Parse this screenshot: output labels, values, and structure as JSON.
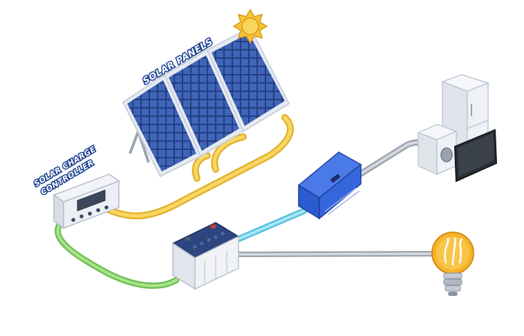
{
  "labels": {
    "solar_panels": "SOLAR PANELS",
    "charge_controller_line1": "SOLAR CHARGE",
    "charge_controller_line2": "CONTROLLER"
  },
  "colors": {
    "panel_blue": "#2a4a9a",
    "panel_frame": "#e6ebf3",
    "panel_cable": "#f2c94c",
    "controller_to_battery_cable": "#8bd36f",
    "battery_to_inverter_cable": "#7fd3ea",
    "load_cable": "#b8bec8",
    "inverter_blue": "#2a5bd1",
    "sun": "#f5c43a",
    "bulb_glass": "#f6b42b",
    "label_outline": "#1b3f8f"
  },
  "icons": {
    "sun": "sun-icon",
    "bulb": "light-bulb-icon",
    "fridge": "refrigerator-icon",
    "washer": "washing-machine-icon",
    "tv": "television-icon"
  }
}
